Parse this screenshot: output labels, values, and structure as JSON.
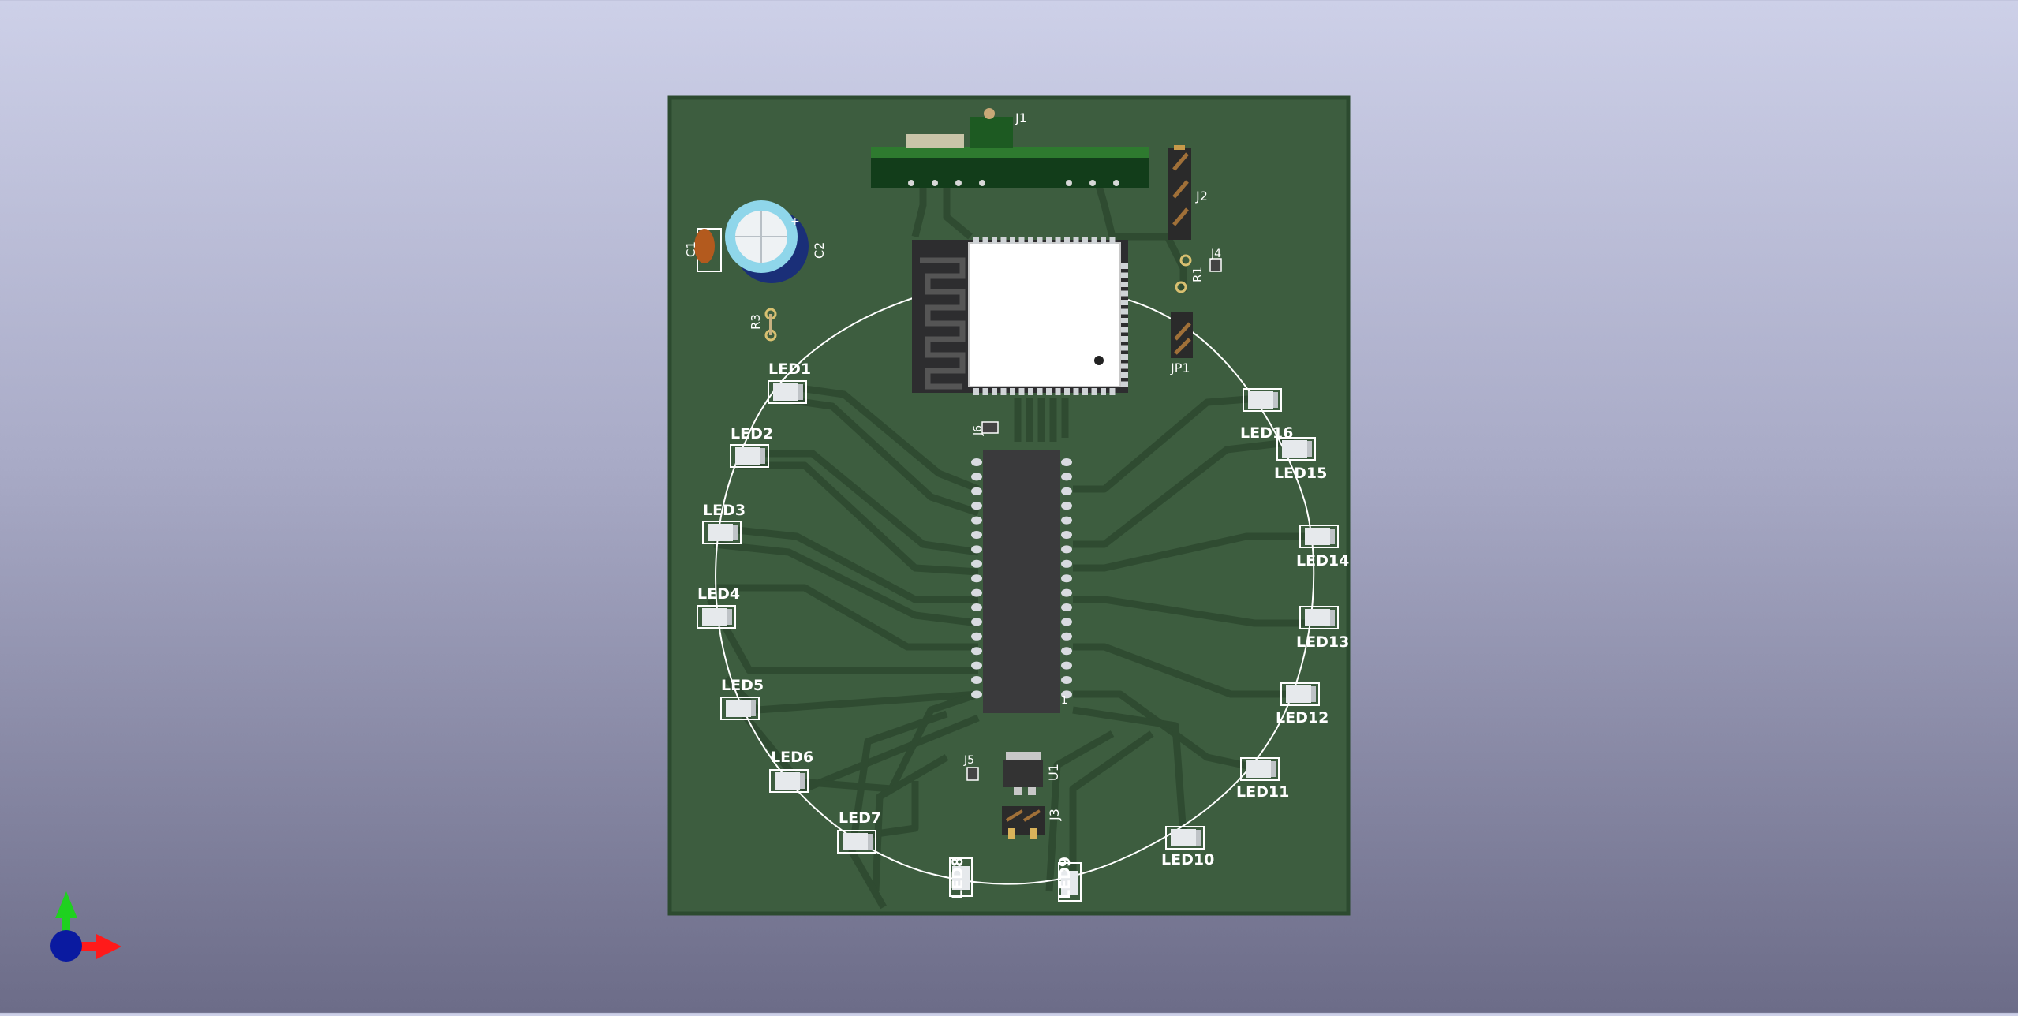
{
  "window": {
    "title": ""
  },
  "colors": {
    "board": "#3d5d3f",
    "board_edge": "#2c4a2f",
    "trace": "#2f4b31",
    "silk": "#ffffff",
    "ic_body": "#3a3a3c",
    "pad": "#d8dbe0",
    "axis_x": "#ff1a1a",
    "axis_y": "#1fd11f",
    "axis_z": "#0a1aa0"
  },
  "board": {
    "designators": {
      "J1": "J1",
      "J2": "J2",
      "J3": "J3",
      "J4": "J4",
      "J5": "J5",
      "J6": "J6",
      "C1": "C1",
      "C2": "C2",
      "R1": "R1",
      "R3": "R3",
      "JP1": "JP1",
      "U1": "U1",
      "ic_pin1": "1"
    },
    "leds": [
      "LED1",
      "LED2",
      "LED3",
      "LED4",
      "LED5",
      "LED6",
      "LED7",
      "LED8",
      "LED9",
      "LED10",
      "LED11",
      "LED12",
      "LED13",
      "LED14",
      "LED15",
      "LED16"
    ]
  },
  "axis_gizmo": {
    "x_icon": "axis-x-arrow-icon",
    "y_icon": "axis-y-arrow-icon",
    "z_icon": "axis-z-origin-icon"
  }
}
